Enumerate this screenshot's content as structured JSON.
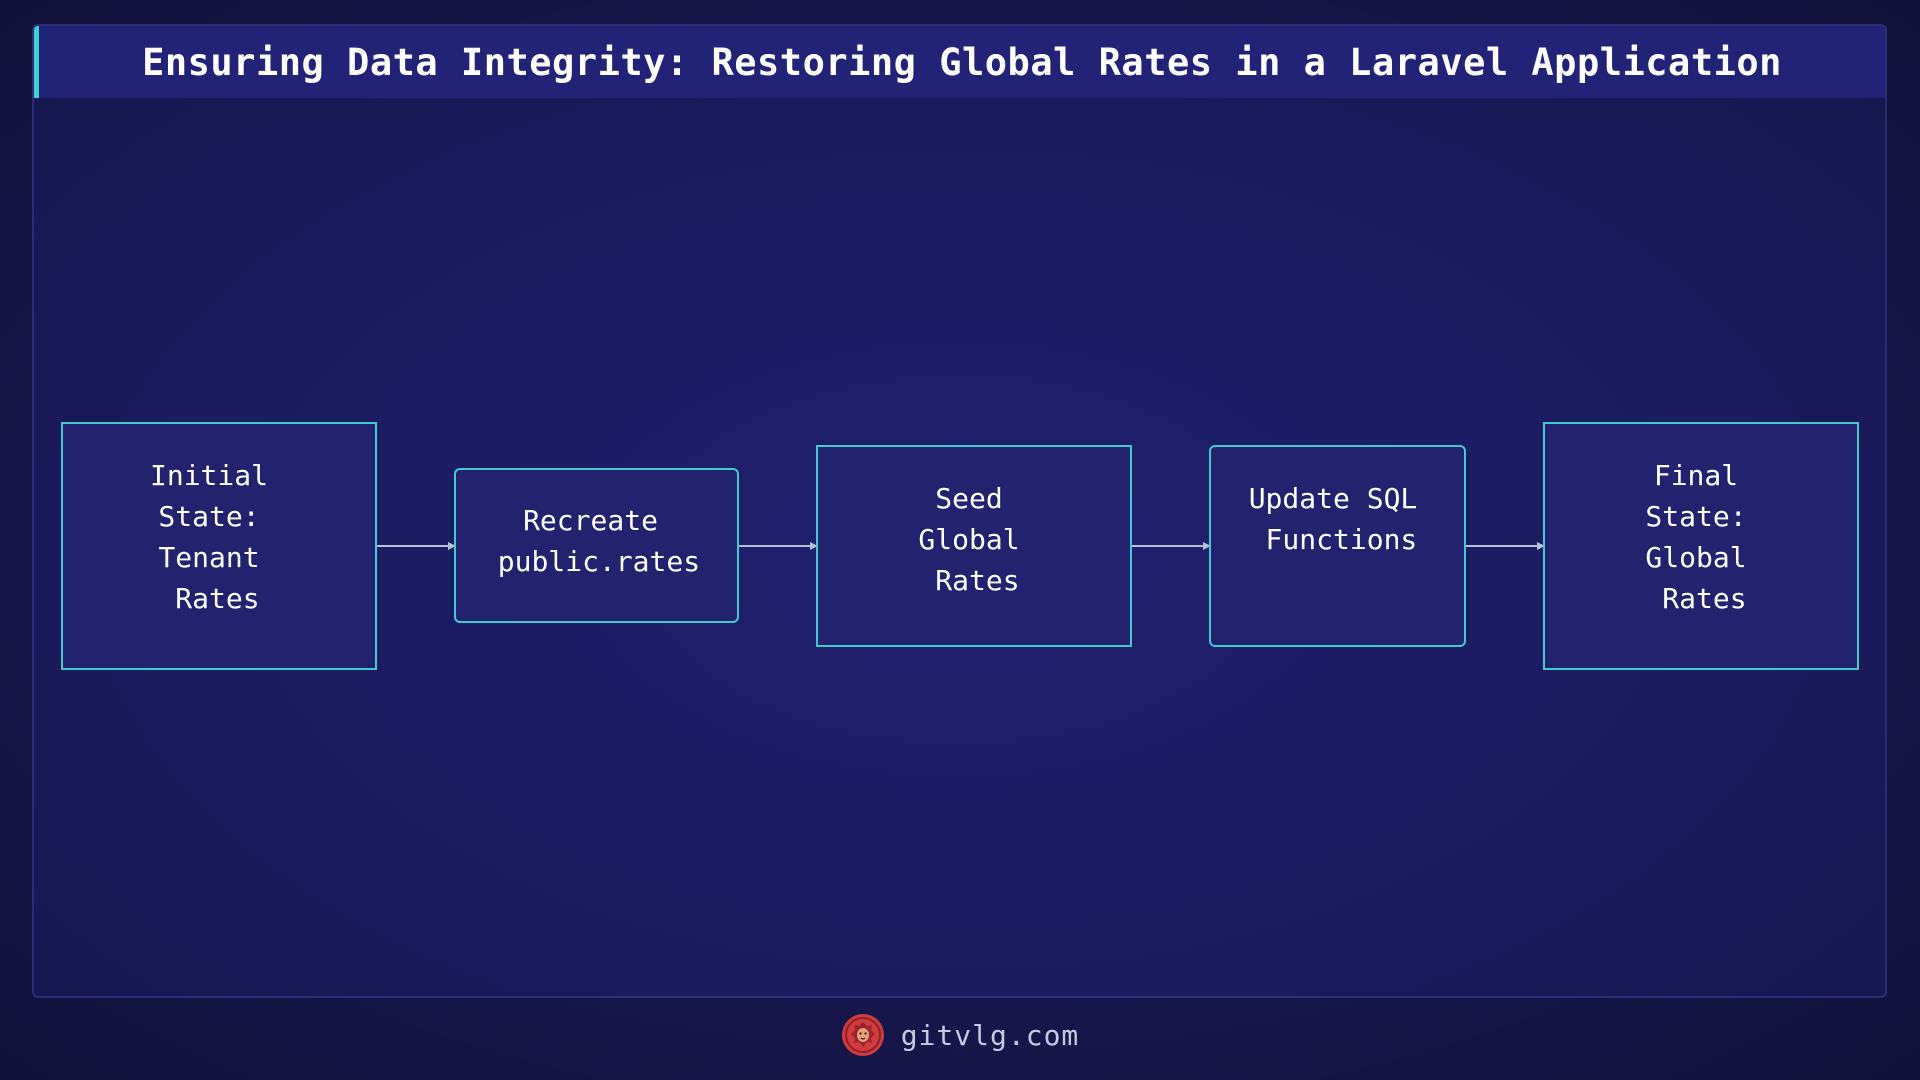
{
  "title": "Ensuring Data Integrity: Restoring Global Rates in a Laravel Application",
  "diagram": {
    "nodes": [
      {
        "id": "initial",
        "label": "Initial\nState:\nTenant\n Rates",
        "shape": "rectangle"
      },
      {
        "id": "recreate",
        "label": "Recreate\n public.rates",
        "shape": "rounded"
      },
      {
        "id": "seed",
        "label": "Seed\nGlobal\n Rates",
        "shape": "rectangle"
      },
      {
        "id": "update",
        "label": "Update SQL\n Functions",
        "shape": "rounded"
      },
      {
        "id": "final",
        "label": "Final\nState:\nGlobal\n Rates",
        "shape": "rectangle"
      }
    ],
    "edges": [
      {
        "from": "initial",
        "to": "recreate"
      },
      {
        "from": "recreate",
        "to": "seed"
      },
      {
        "from": "seed",
        "to": "update"
      },
      {
        "from": "update",
        "to": "final"
      }
    ]
  },
  "footer": {
    "site": "gitvlg.com",
    "logo_icon": "lion-logo-icon"
  },
  "colors": {
    "background": "#17174f",
    "node_fill": "#22226e",
    "node_border": "#44c9cf",
    "title_accent": "#3fd0d0",
    "arrow": "#b8c0d6",
    "logo": "#d23b3b"
  }
}
